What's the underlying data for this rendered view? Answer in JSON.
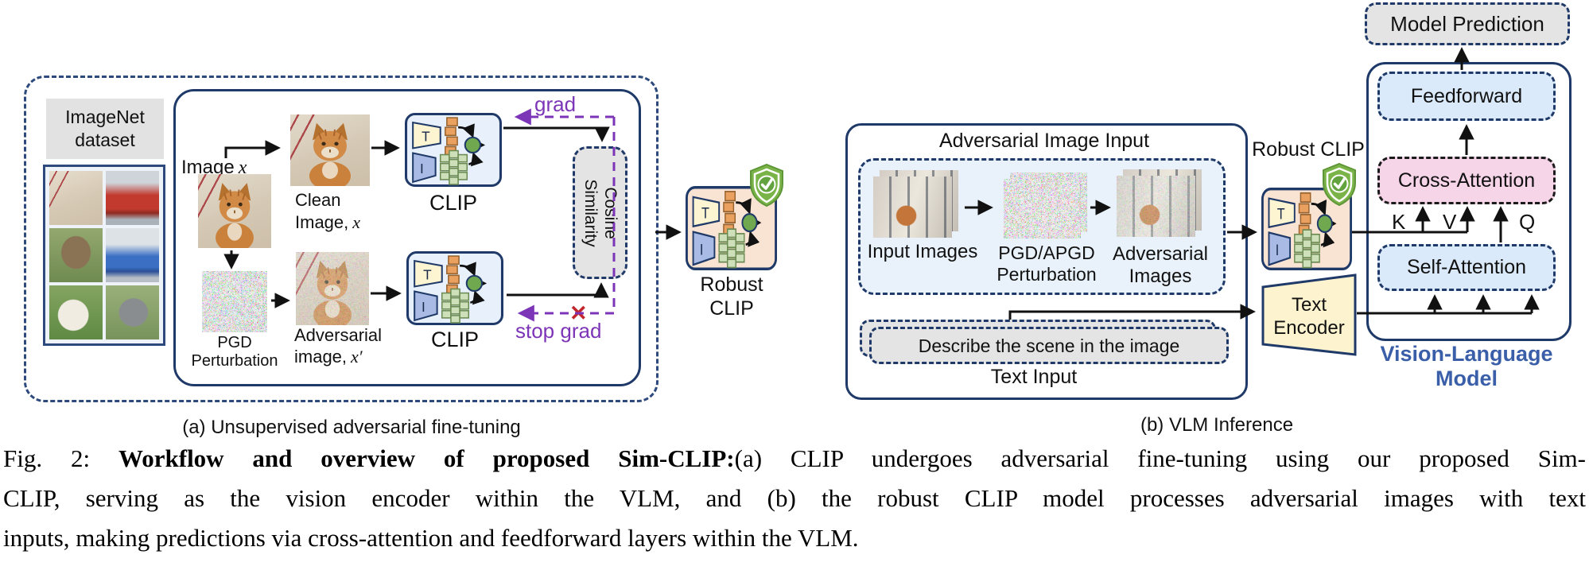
{
  "colors": {
    "navy": "#1f3a68",
    "dashed_navy": "#2e4a7c",
    "purple": "#7d35b8",
    "red_x": "#c1272d",
    "clip_bg_blue": "#e8f1fb",
    "clip_bg_peach": "#f9e3d3",
    "out_pink": "#efa5a5",
    "out_yellow": "#f7b733",
    "t_yellow": "#fdf4d2",
    "i_blue": "#a9bbe4",
    "token_orange": "#eaa05f",
    "token_green": "#cde0ba",
    "circle_green": "#6fa84f",
    "gray_box": "#e4e4e4",
    "ff_blue": "#dbeafa",
    "ca_pink": "#f7d5e9",
    "te_yellow": "#fdf3cf",
    "vlm_text": "#3a5fa8",
    "shield_green": "#7ab449"
  },
  "panel_a": {
    "caption": "(a) Unsupervised adversarial fine-tuning",
    "imagenet_line1": "ImageNet",
    "imagenet_line2": "dataset",
    "image_x_label": "Image",
    "image_x_var": "x",
    "clean_line1": "Clean",
    "clean_line2": "Image,",
    "clean_var": "x",
    "pgd_line1": "PGD",
    "pgd_line2": "Perturbation",
    "adv_line1": "Adversarial",
    "adv_line2": "image,",
    "adv_var": "x′",
    "clip1_label": "CLIP",
    "clip2_label": "CLIP",
    "cosine_line1": "Cosine",
    "cosine_line2": "Similarity",
    "grad_label": "grad",
    "stop_grad_label": "stop grad",
    "red_x": "✕"
  },
  "robust_mid": {
    "label_line1": "Robust",
    "label_line2": "CLIP"
  },
  "panel_b": {
    "caption": "(b) VLM Inference",
    "adv_input_title": "Adversarial Image Input",
    "input_images_label": "Input Images",
    "pgd_line1": "PGD/APGD",
    "pgd_line2": "Perturbation",
    "adv_line1": "Adversarial",
    "adv_line2": "Images",
    "prompt": "Describe the scene in the image",
    "text_input_label": "Text Input",
    "robust_clip_label": "Robust CLIP",
    "text_encoder_line1": "Text",
    "text_encoder_line2": "Encoder",
    "vlm": {
      "model_prediction": "Model Prediction",
      "feedforward": "Feedforward",
      "cross_attention": "Cross-Attention",
      "self_attention": "Self-Attention",
      "k": "K",
      "v": "V",
      "q": "Q",
      "title_line1": "Vision-Language",
      "title_line2": "Model"
    }
  },
  "caption": {
    "prefix": "Fig. 2: ",
    "bold": "Workflow and overview of proposed Sim-CLIP:",
    "line1_rest": "(a) CLIP undergoes adversarial fine-tuning using our proposed Sim-",
    "line2": "CLIP, serving as the vision encoder within the VLM, and (b) the robust CLIP model processes adversarial images with text",
    "line3": "inputs, making predictions via cross-attention and feedforward layers within the VLM."
  }
}
